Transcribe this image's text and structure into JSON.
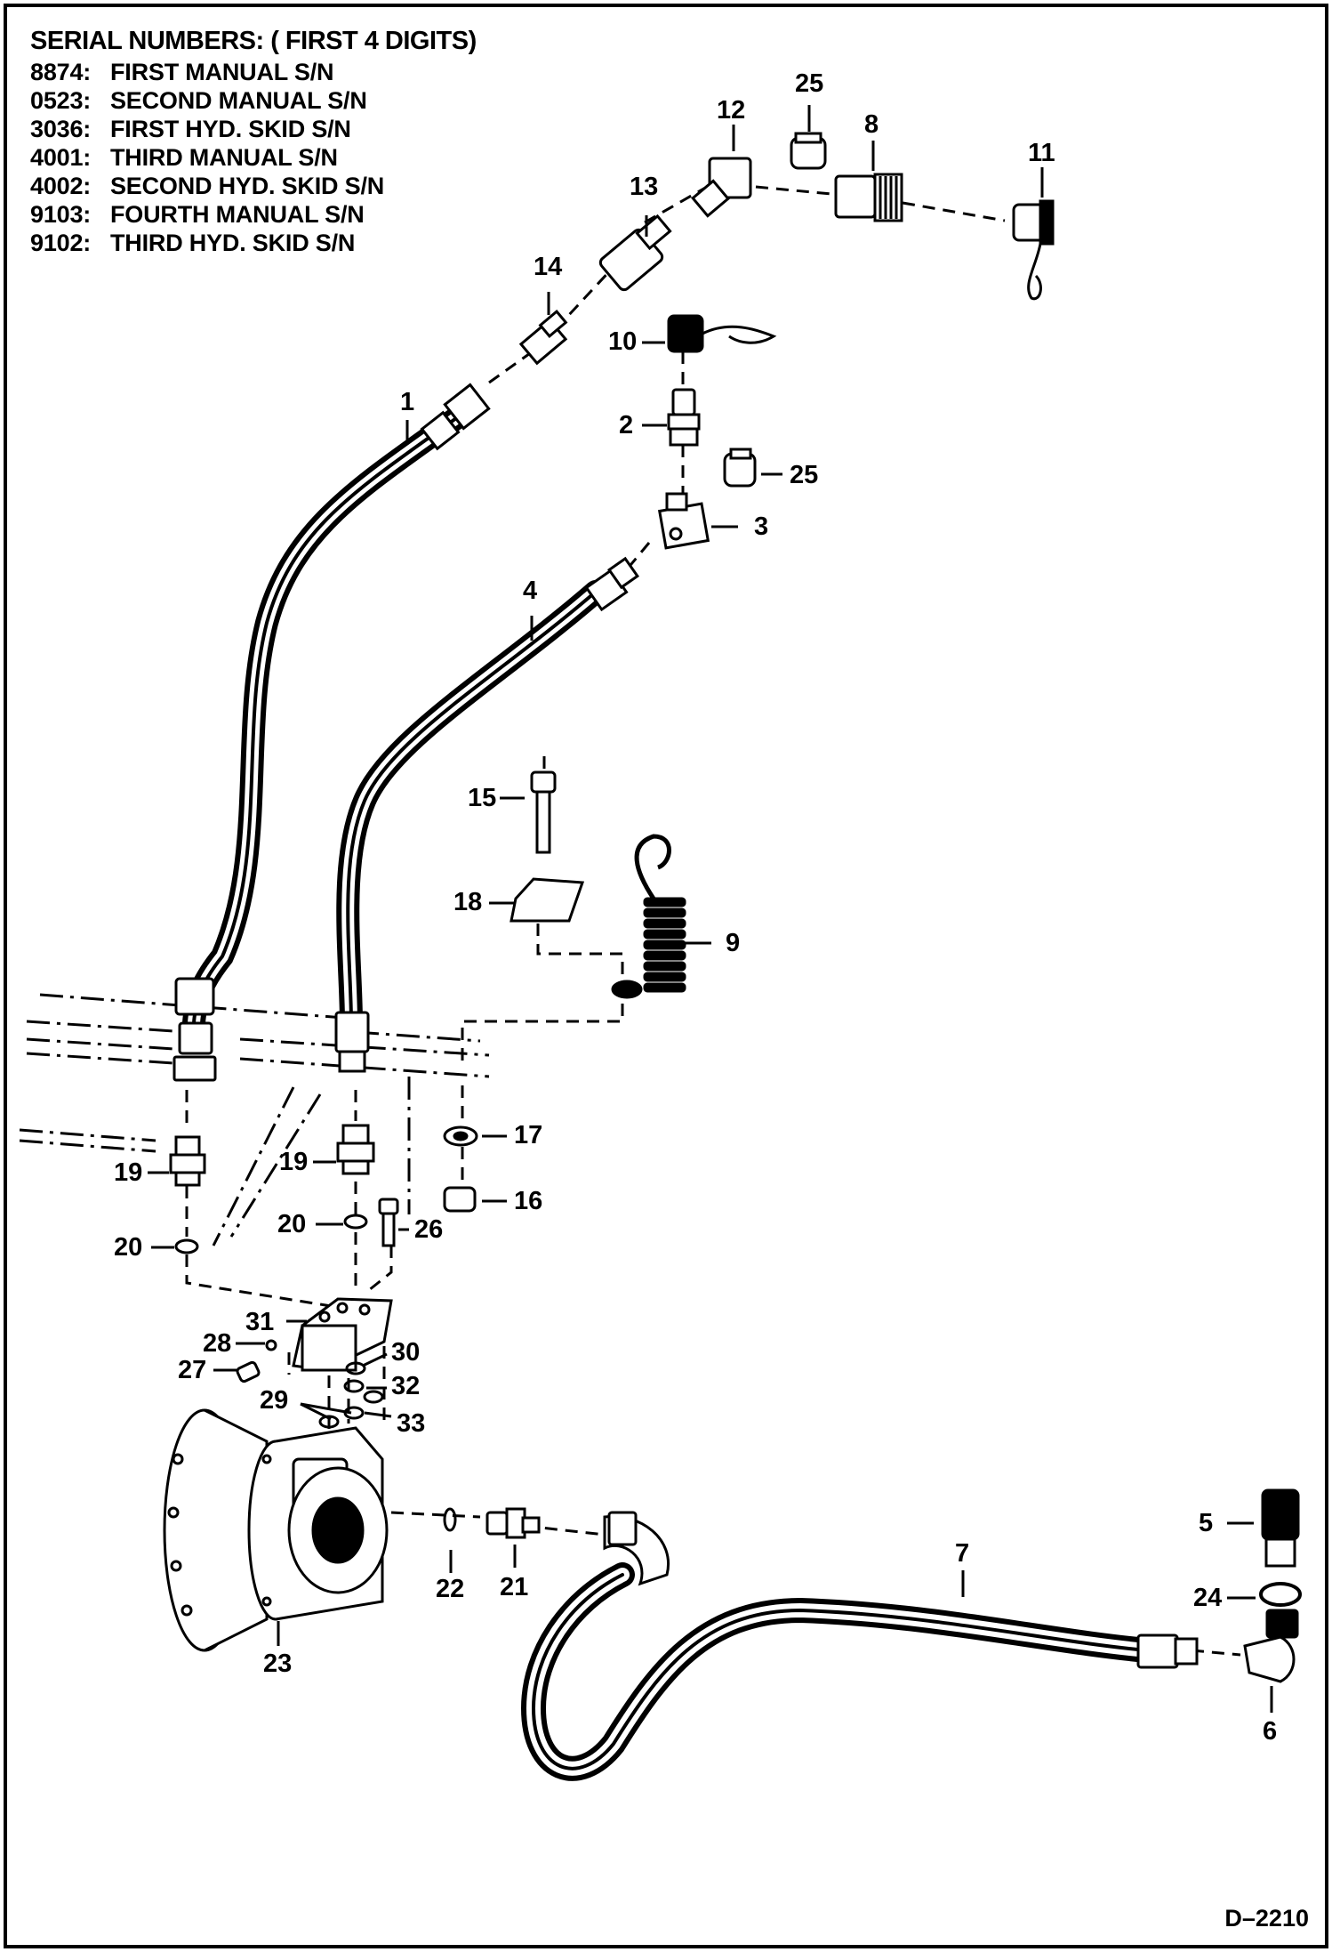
{
  "legend": {
    "title": "SERIAL NUMBERS: ( FIRST 4 DIGITS)",
    "entries": [
      {
        "code": "8874:",
        "label": "FIRST MANUAL S/N"
      },
      {
        "code": "0523:",
        "label": "SECOND MANUAL S/N"
      },
      {
        "code": "3036:",
        "label": "FIRST HYD. SKID S/N"
      },
      {
        "code": "4001:",
        "label": "THIRD MANUAL S/N"
      },
      {
        "code": "4002:",
        "label": "SECOND HYD. SKID S/N"
      },
      {
        "code": "9103:",
        "label": "FOURTH MANUAL S/N"
      },
      {
        "code": "9102:",
        "label": "THIRD HYD. SKID S/N"
      }
    ]
  },
  "callouts": {
    "c1": "1",
    "c2": "2",
    "c3": "3",
    "c4": "4",
    "c5": "5",
    "c6": "6",
    "c7": "7",
    "c8": "8",
    "c9": "9",
    "c10": "10",
    "c11": "11",
    "c12": "12",
    "c13": "13",
    "c14": "14",
    "c15": "15",
    "c16": "16",
    "c17": "17",
    "c18": "18",
    "c19a": "19",
    "c19b": "19",
    "c20a": "20",
    "c20b": "20",
    "c21": "21",
    "c22": "22",
    "c23": "23",
    "c24": "24",
    "c25a": "25",
    "c25b": "25",
    "c26": "26",
    "c27": "27",
    "c28": "28",
    "c29": "29",
    "c30": "30",
    "c31": "31",
    "c32": "32",
    "c33": "33"
  },
  "drawing_id": "D–2210",
  "colors": {
    "ink": "#000000",
    "paper": "#ffffff"
  }
}
